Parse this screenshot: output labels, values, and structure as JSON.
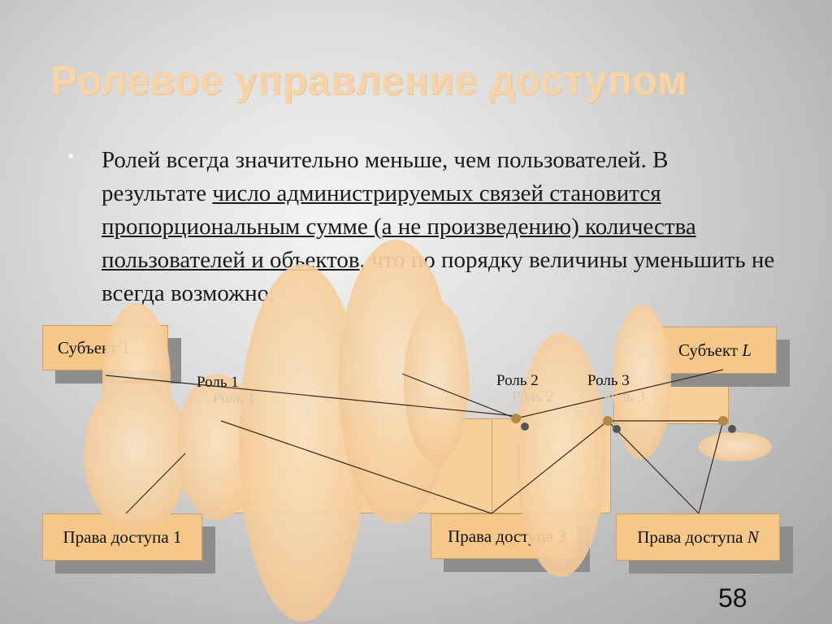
{
  "slide": {
    "title": "Ролевое управление доступом",
    "bullet_symbol": "•",
    "text": {
      "part1": "Ролей всегда значительно меньше, чем пользователей. В результате ",
      "part2": "число администрируемых связей становится пропорциональным сумме (а не произведению) количества пользователей и объектов",
      "part3": ", что по порядку величины уменьшить не всегда возможно."
    },
    "diagram": {
      "subject_1": "Субъект 1",
      "subject_l_prefix": "Субъект ",
      "subject_l_italic": "L",
      "role_1": "Роль 1",
      "role_2": "Роль 2",
      "role_3": "Роль 3",
      "rights_1": "Права доступа 1",
      "rights_3": "Права доступа 3",
      "rights_n_prefix": "Права доступа ",
      "rights_n_italic": "N"
    },
    "page_number": "58"
  }
}
